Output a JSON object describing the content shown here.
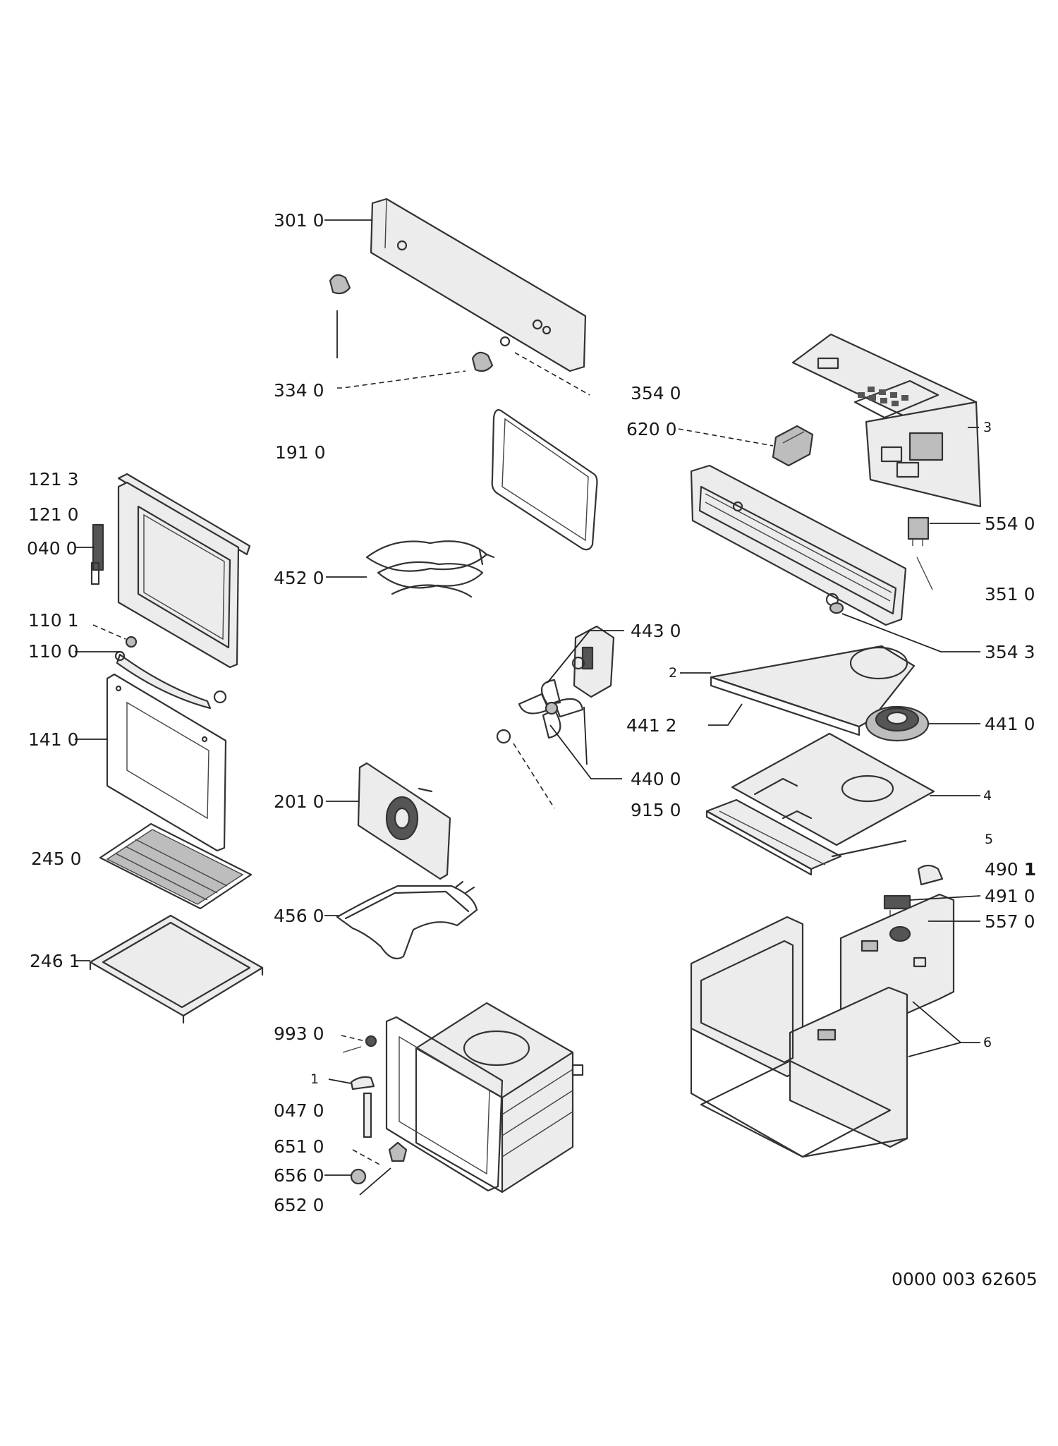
{
  "labels": {
    "l_301_0": "301 0",
    "l_334_0": "334 0",
    "l_354_0": "354 0",
    "l_620_0": "620 0",
    "l_3": "3",
    "l_191_0": "191 0",
    "l_121_3": "121 3",
    "l_121_0": "121 0",
    "l_040_0": "040 0",
    "l_554_0": "554 0",
    "l_452_0": "452 0",
    "l_351_0": "351 0",
    "l_110_1": "110 1",
    "l_110_0": "110 0",
    "l_443_0": "443 0",
    "l_354_3": "354 3",
    "l_2": "2",
    "l_441_2": "441 2",
    "l_441_0": "441 0",
    "l_141_0": "141 0",
    "l_440_0": "440 0",
    "l_201_0": "201 0",
    "l_915_0": "915 0",
    "l_4": "4",
    "l_5": "5",
    "l_245_0": "245 0",
    "l_490_1a": "490",
    "l_490_1b": "1",
    "l_491_0": "491 0",
    "l_456_0": "456 0",
    "l_557_0": "557 0",
    "l_246_1": "246 1",
    "l_993_0": "993 0",
    "l_6": "6",
    "l_1": "1",
    "l_047_0": "047 0",
    "l_651_0": "651 0",
    "l_656_0": "656 0",
    "l_652_0": "652 0",
    "doc_code": "0000 003 62605"
  }
}
